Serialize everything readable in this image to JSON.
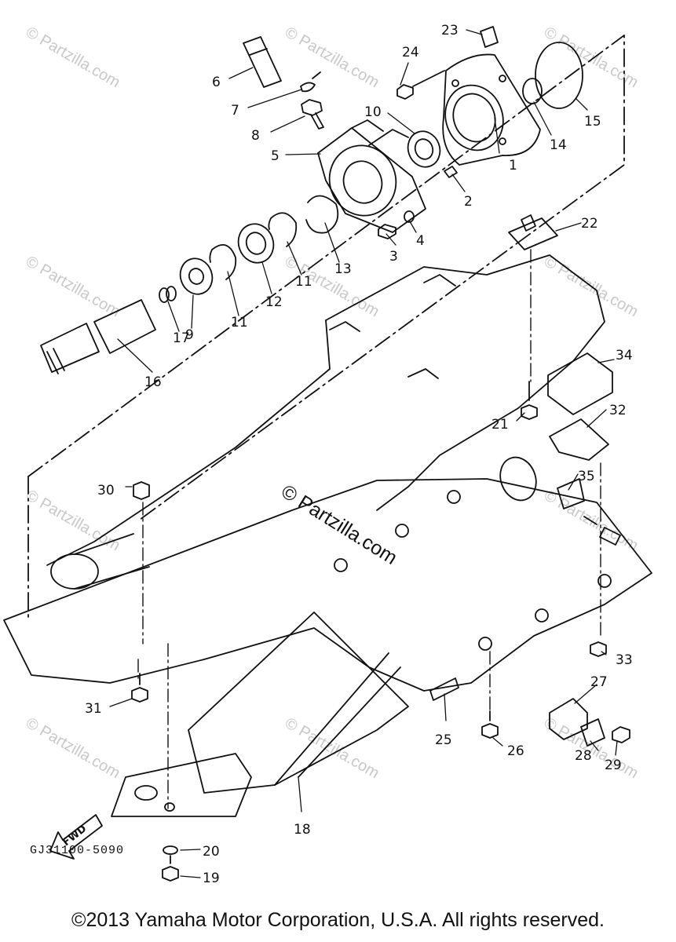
{
  "watermark": "© Partzilla.com",
  "diagram_code": "GJ31100-5090",
  "fwd_label": "FWD",
  "copyright": "©2013 Yamaha Motor Corporation, U.S.A. All rights reserved.",
  "callouts": [
    "1",
    "2",
    "3",
    "4",
    "5",
    "6",
    "7",
    "8",
    "9",
    "10",
    "11",
    "11",
    "12",
    "13",
    "14",
    "15",
    "16",
    "17",
    "18",
    "19",
    "20",
    "21",
    "22",
    "23",
    "24",
    "25",
    "26",
    "27",
    "28",
    "29",
    "30",
    "31",
    "32",
    "33",
    "34",
    "35"
  ]
}
